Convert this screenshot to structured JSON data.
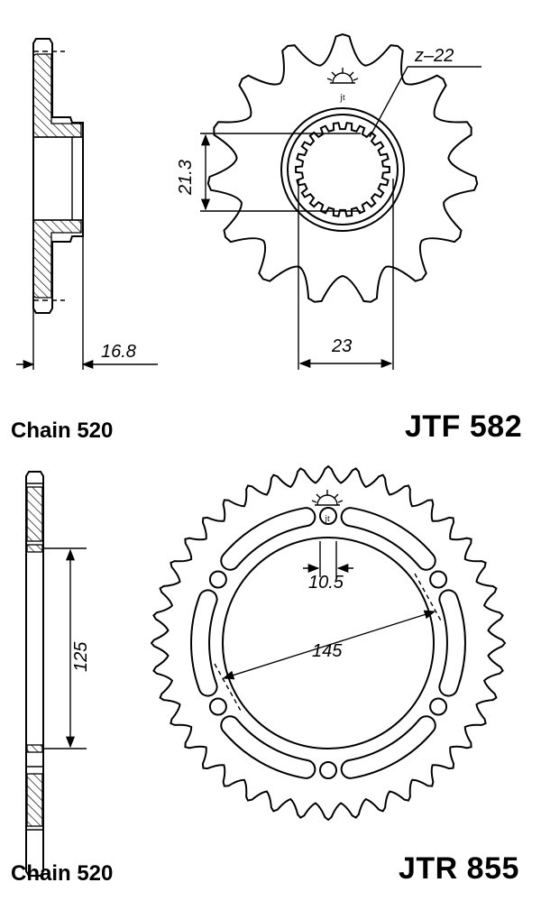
{
  "front_sprocket": {
    "teeth_label": "z–22",
    "dim_spline_width": "21.3",
    "dim_bore": "23",
    "dim_thickness": "16.8",
    "chain_label": "Chain 520",
    "part_code": "JTF 582",
    "logo_text": "jt"
  },
  "rear_sprocket": {
    "dim_bolt_hole": "10.5",
    "dim_pcd": "145",
    "dim_offset": "125",
    "chain_label": "Chain 520",
    "part_code": "JTR 855",
    "logo_text": "jt"
  }
}
